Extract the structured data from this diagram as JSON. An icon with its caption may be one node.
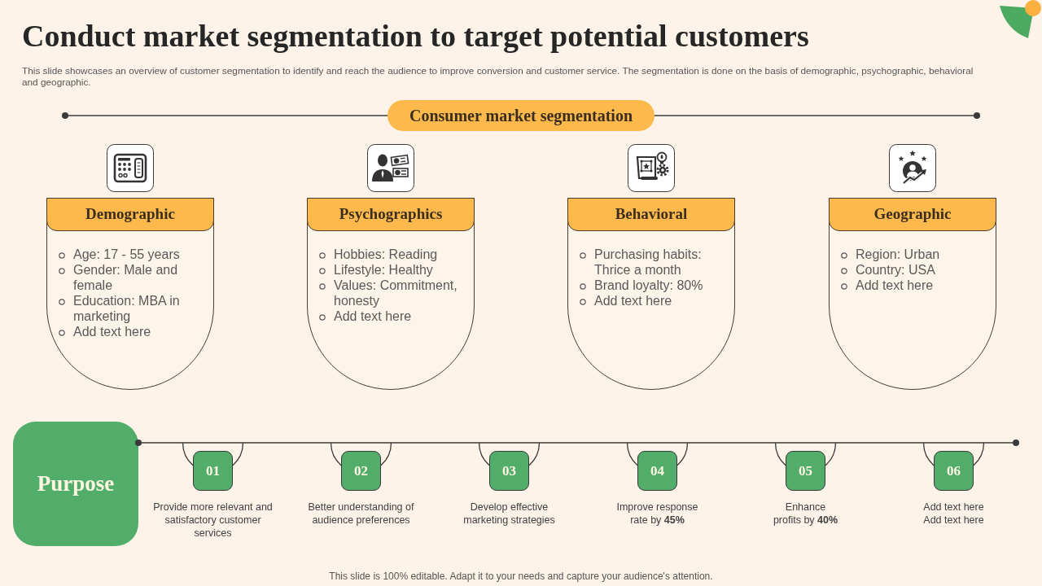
{
  "diagram": {
    "title": "Conduct market segmentation to target potential customers",
    "nodes": [
      {
        "text": [
          "Consumer market segmentation"
        ]
      },
      {
        "text": [
          "Demographic",
          "Age: 17 - 55 years",
          "Gender: Male and female",
          "Education: MBA in marketing",
          "Add text here"
        ]
      },
      {
        "text": [
          "Psychographics",
          "Hobbies: Reading",
          "Lifestyle: Healthy",
          "Values: Commitment, honesty",
          "Add text here"
        ]
      },
      {
        "text": [
          "Behavioral",
          "Purchasing habits: Thrice a month",
          "Brand loyalty: 80%",
          "Add text here"
        ]
      },
      {
        "text": [
          "Geographic",
          "Region: Urban",
          "Country: USA",
          "Add text here"
        ]
      },
      {
        "text": [
          "Purpose"
        ]
      },
      {
        "text": [
          "01"
        ],
        "beside": [
          "Provide more relevant and satisfactory customer services"
        ]
      },
      {
        "text": [
          "02"
        ],
        "beside": [
          "Better understanding of audience preferences"
        ]
      },
      {
        "text": [
          "03"
        ],
        "beside": [
          "Develop effective marketing strategies"
        ]
      },
      {
        "text": [
          "04"
        ],
        "beside": [
          "Improve response rate by **45%**"
        ]
      },
      {
        "text": [
          "05"
        ],
        "beside": [
          "Enhance profits by **40%**"
        ]
      },
      {
        "text": [
          "06"
        ],
        "beside": [
          "Add text here",
          "Add text here"
        ]
      }
    ],
    "edges": [
      {
        "from": 5,
        "to": null,
        "arrow": "other"
      },
      {
        "from": 5,
        "to": 6,
        "arrow": "other"
      },
      {
        "from": 5,
        "to": 7,
        "arrow": "other"
      },
      {
        "from": 5,
        "to": 8,
        "arrow": "other"
      },
      {
        "from": 5,
        "to": 9,
        "arrow": "other"
      },
      {
        "from": 5,
        "to": 10,
        "arrow": "other"
      },
      {
        "from": 5,
        "to": 11,
        "arrow": "other"
      }
    ],
    "labels": [
      "This slide showcases an overview of customer segmentation to identify and reach the audience to improve conversion and customer service. The segmentation is done on the basis of demographic, psychographic, behavioral and geographic.",
      "This slide is 100% editable. Adapt it to your needs and capture your audience's attention."
    ]
  }
}
